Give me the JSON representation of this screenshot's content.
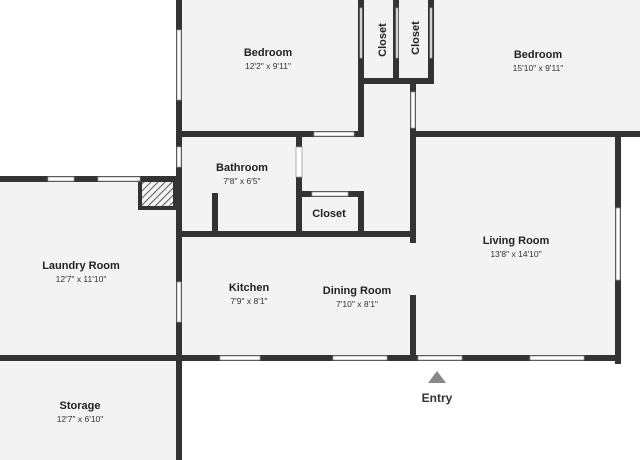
{
  "rooms": {
    "bedroom_left": {
      "name": "Bedroom",
      "dims": "12'2\" x 9'11\""
    },
    "bedroom_right": {
      "name": "Bedroom",
      "dims": "15'10\" x 9'11\""
    },
    "closet_a": {
      "name": "Closet"
    },
    "closet_b": {
      "name": "Closet"
    },
    "bathroom": {
      "name": "Bathroom",
      "dims": "7'8\" x 6'5\""
    },
    "closet_hall": {
      "name": "Closet"
    },
    "laundry": {
      "name": "Laundry Room",
      "dims": "12'7\" x 11'10\""
    },
    "living": {
      "name": "Living Room",
      "dims": "13'8\" x 14'10\""
    },
    "kitchen": {
      "name": "Kitchen",
      "dims": "7'9\" x 8'1\""
    },
    "dining": {
      "name": "Dining Room",
      "dims": "7'10\" x 8'1\""
    },
    "storage": {
      "name": "Storage",
      "dims": "12'7\" x 6'10\""
    }
  },
  "entry": {
    "label": "Entry"
  },
  "colors": {
    "floor": "#f3f3f3",
    "wall": "#333333",
    "window": "#ffffff",
    "arrow": "#888888"
  }
}
